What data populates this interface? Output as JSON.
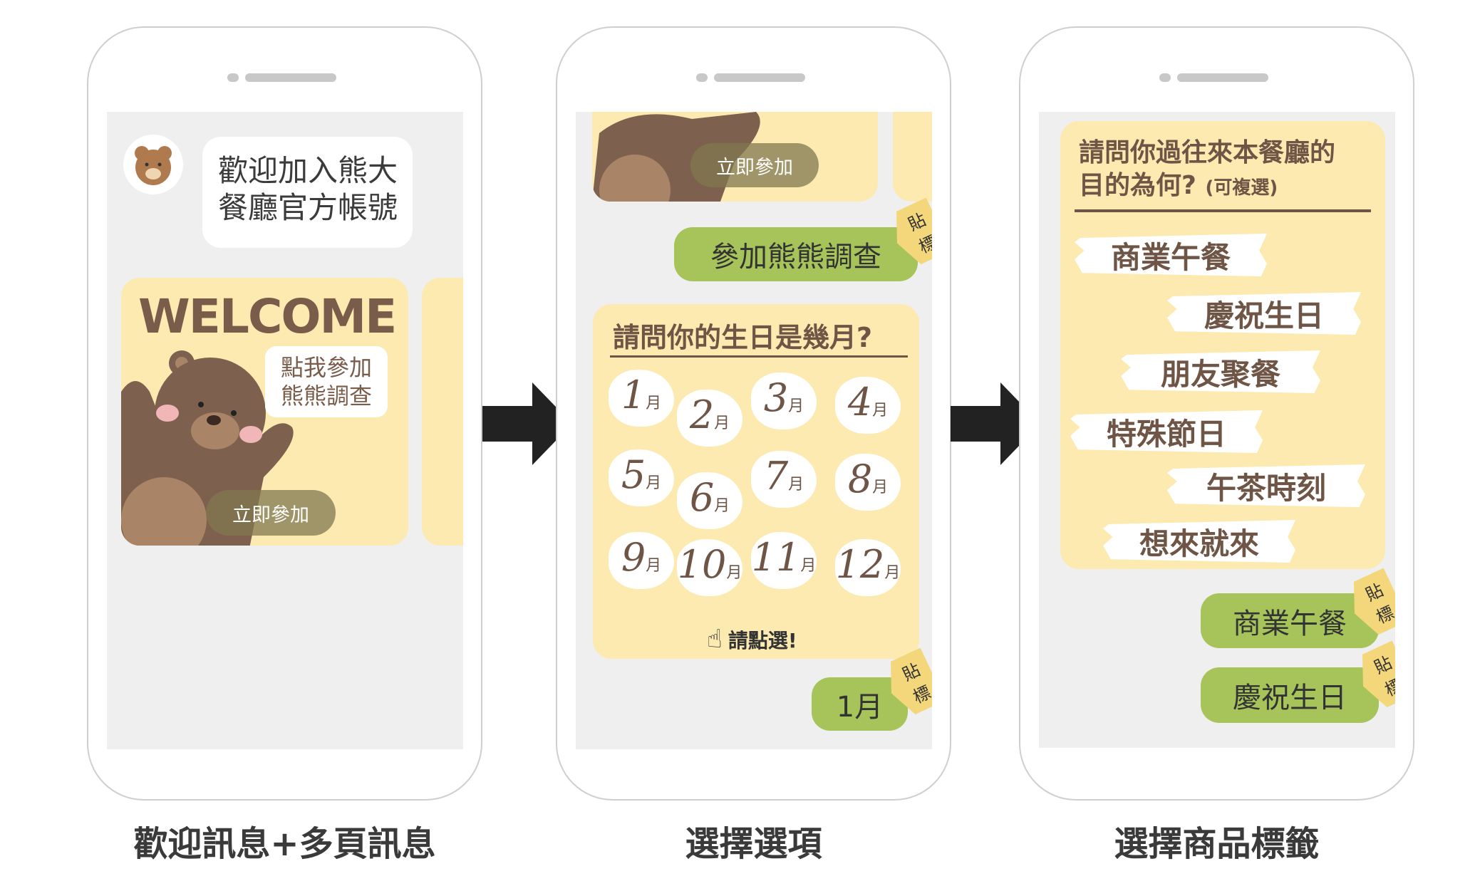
{
  "captions": [
    "歡迎訊息+多頁訊息",
    "選擇選項",
    "選擇商品標籤"
  ],
  "phone1": {
    "greeting_line1": "歡迎加入熊大",
    "greeting_line2": "餐廳官方帳號",
    "welcome": "WELCOME",
    "speech_line1": "點我參加",
    "speech_line2": "熊熊調查",
    "join_button": "立即參加"
  },
  "phone2": {
    "join_button": "立即參加",
    "user_message": "參加熊熊調查",
    "tag": "貼 標",
    "question": "請問你的生日是幾月?",
    "month_unit": "月",
    "months": [
      "1",
      "2",
      "3",
      "4",
      "5",
      "6",
      "7",
      "8",
      "9",
      "10",
      "11",
      "12"
    ],
    "hint": "請點選!",
    "user_reply": "1月",
    "tag2": "貼 標"
  },
  "phone3": {
    "question_line1": "請問你過往來本餐廳的",
    "question_line2": "目的為何?",
    "question_note": "(可複選)",
    "options": [
      "商業午餐",
      "慶祝生日",
      "朋友聚餐",
      "特殊節日",
      "午茶時刻",
      "想來就來"
    ],
    "replies": [
      "商業午餐",
      "慶祝生日"
    ],
    "tag": "貼 標"
  },
  "colors": {
    "card": "#fceab0",
    "bubble_green": "#a6c45a",
    "brown": "#6e5546",
    "tag": "#f4d77a"
  }
}
